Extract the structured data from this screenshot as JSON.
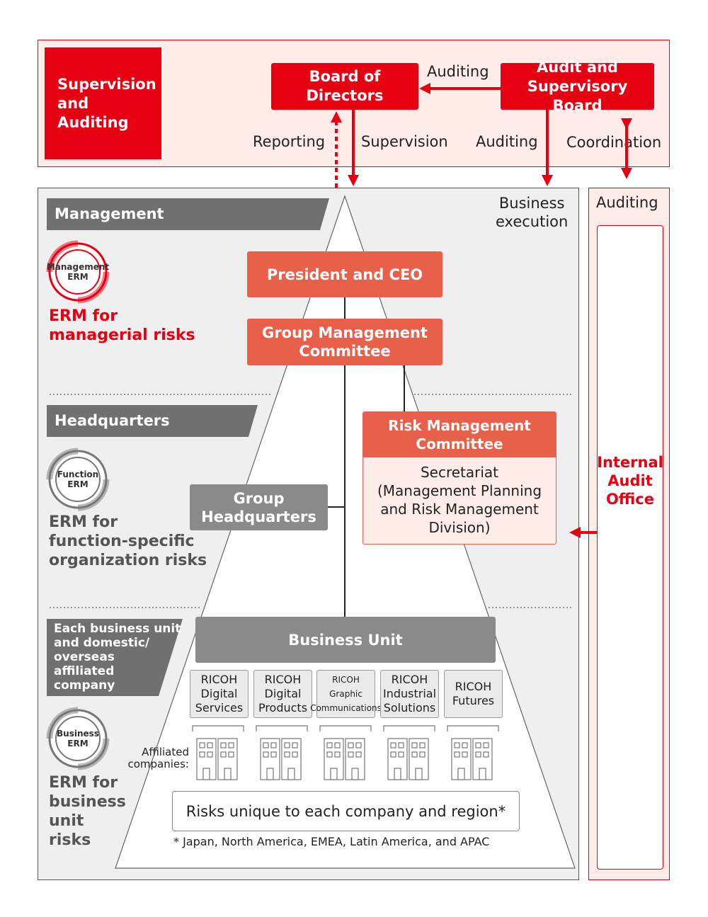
{
  "supervision": {
    "title": "Supervision\nand\nAuditing",
    "board_of_directors": "Board of\nDirectors",
    "audit_board": "Audit and\nSupervisory Board",
    "auditing_top": "Auditing",
    "reporting": "Reporting",
    "supervision": "Supervision",
    "auditing_mid": "Auditing",
    "coordination": "Coordination"
  },
  "execution": {
    "business_execution": "Business\nexecution",
    "auditing_right": "Auditing",
    "internal_audit": "Internal\nAudit\nOffice"
  },
  "levels": {
    "management": "Management",
    "headquarters": "Headquarters",
    "business": "Each business unit\nand domestic/\noverseas\naffiliated\ncompany"
  },
  "erm": {
    "management_icon": "Management\nERM",
    "management_title": "ERM for\nmanagerial risks",
    "function_icon": "Function\nERM",
    "function_title": "ERM for\nfunction-specific\norganization risks",
    "business_icon": "Business\nERM",
    "business_title": "ERM for\nbusiness\nunit\nrisks"
  },
  "org": {
    "president": "President and CEO",
    "group_mgmt": "Group Management\nCommittee",
    "risk_committee": "Risk Management\nCommittee",
    "secretariat": "Secretariat\n(Management Planning\nand Risk Management\nDivision)",
    "group_hq": "Group\nHeadquarters",
    "business_unit": "Business Unit"
  },
  "companies": [
    "RICOH\nDigital\nServices",
    "RICOH\nDigital\nProducts",
    "RICOH\nGraphic\nCommunications",
    "RICOH\nIndustrial\nSolutions",
    "RICOH\nFutures"
  ],
  "affiliated_label": "Affiliated\ncompanies:",
  "risks_box": "Risks unique to each company and region*",
  "footnote": "* Japan, North America, EMEA, Latin America, and APAC",
  "colors": {
    "brand_red": "#e60012",
    "orange": "#e8604a",
    "gray": "#8a8a8a",
    "pink_bg": "#fdece8",
    "panel_gray": "#efefef"
  }
}
